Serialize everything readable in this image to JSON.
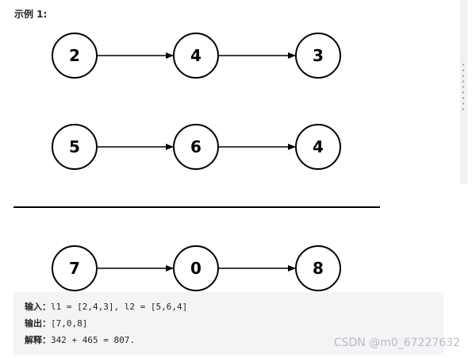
{
  "example": {
    "title": "示例 1:"
  },
  "diagram": {
    "rows": [
      {
        "nodes": [
          "2",
          "4",
          "3"
        ]
      },
      {
        "nodes": [
          "5",
          "6",
          "4"
        ]
      },
      {
        "nodes": [
          "7",
          "0",
          "8"
        ]
      }
    ],
    "separator_after_row": 2
  },
  "code": {
    "input_label": "输入：",
    "input_value": "l1 = [2,4,3], l2 = [5,6,4]",
    "output_label": "输出：",
    "output_value": "[7,0,8]",
    "explain_label": "解释：",
    "explain_value": "342 + 465 = 807."
  },
  "watermark": "CSDN @m0_67227632",
  "colors": {
    "code_background": "#f3f4f6",
    "watermark": "#b9bcc2"
  }
}
